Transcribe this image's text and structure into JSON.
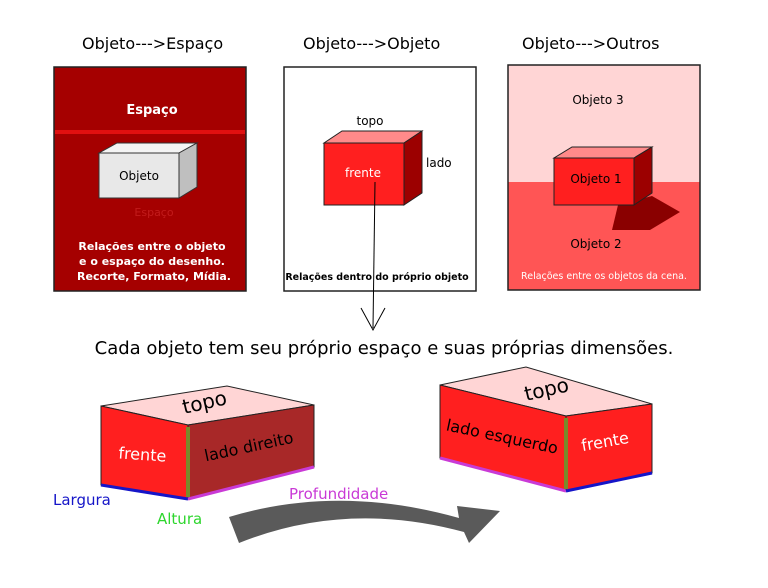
{
  "headings": [
    "Objeto--->Espaço",
    "Objeto--->Objeto",
    "Objeto--->Outros"
  ],
  "panel1": {
    "title": "Espaço",
    "object_label": "Objeto",
    "faint_label": "Espaço",
    "desc_lines": [
      "Relações entre o objeto",
      "e o espaço do desenho.",
      "Recorte, Formato, Mídia."
    ]
  },
  "panel2": {
    "top_label": "topo",
    "front_label": "frente",
    "side_label": "lado",
    "caption": "Relações dentro do próprio objeto"
  },
  "panel3": {
    "obj3_label": "Objeto 3",
    "obj1_label": "Objeto 1",
    "obj2_label": "Objeto 2",
    "caption": "Relações entre os objetos da cena."
  },
  "main_caption": "Cada objeto tem seu próprio espaço e suas próprias dimensões.",
  "box_left": {
    "top": "topo",
    "front": "frente",
    "side": "lado direito"
  },
  "box_right": {
    "top": "topo",
    "left": "lado esquerdo",
    "front": "frente"
  },
  "dimensions": {
    "width": "Largura",
    "height": "Altura",
    "depth": "Profundidade"
  },
  "colors": {
    "dark_red": "#a50000",
    "red": "#ff1f1f",
    "light_pink": "#ffd5d5",
    "mid_red": "#ff5555",
    "blue": "#1515c8",
    "green": "#2ed62e",
    "magenta": "#c93ad6",
    "arrow_gray": "#5a5a5a"
  }
}
